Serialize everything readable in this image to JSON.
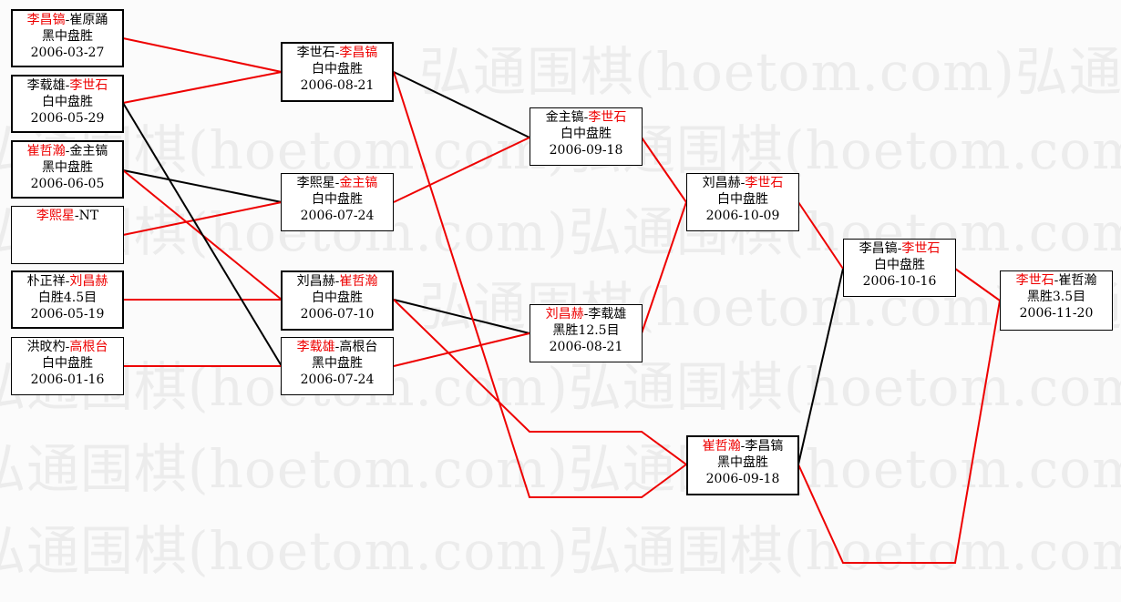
{
  "watermark": {
    "text": "弘通围棋(hoetom.com)弘通围棋(hoetom.com)"
  },
  "colors": {
    "winner": "#e00000",
    "loser": "#000000"
  },
  "matches": [
    {
      "id": "m1",
      "p1": "李昌镐",
      "p2": "崔原踊",
      "winner": 1,
      "result": "黑中盘胜",
      "date": "2006-03-27"
    },
    {
      "id": "m2",
      "p1": "李载雄",
      "p2": "李世石",
      "winner": 2,
      "result": "白中盘胜",
      "date": "2006-05-29"
    },
    {
      "id": "m3",
      "p1": "崔哲瀚",
      "p2": "金主镐",
      "winner": 1,
      "result": "黑中盘胜",
      "date": "2006-06-05"
    },
    {
      "id": "m4",
      "p1": "李熙星",
      "p2": "NT",
      "winner": 1,
      "result": "",
      "date": ""
    },
    {
      "id": "m5",
      "p1": "朴正祥",
      "p2": "刘昌赫",
      "winner": 2,
      "result": "白胜4.5目",
      "date": "2006-05-19"
    },
    {
      "id": "m6",
      "p1": "洪旼杓",
      "p2": "高根台",
      "winner": 2,
      "result": "白中盘胜",
      "date": "2006-01-16"
    },
    {
      "id": "m7",
      "p1": "李世石",
      "p2": "李昌镐",
      "winner": 2,
      "result": "白中盘胜",
      "date": "2006-08-21"
    },
    {
      "id": "m8",
      "p1": "李熙星",
      "p2": "金主镐",
      "winner": 2,
      "result": "白中盘胜",
      "date": "2006-07-24"
    },
    {
      "id": "m9",
      "p1": "刘昌赫",
      "p2": "崔哲瀚",
      "winner": 2,
      "result": "白中盘胜",
      "date": "2006-07-10"
    },
    {
      "id": "m10",
      "p1": "李载雄",
      "p2": "高根台",
      "winner": 1,
      "result": "黑中盘胜",
      "date": "2006-07-24"
    },
    {
      "id": "m11",
      "p1": "金主镐",
      "p2": "李世石",
      "winner": 2,
      "result": "白中盘胜",
      "date": "2006-09-18"
    },
    {
      "id": "m12",
      "p1": "刘昌赫",
      "p2": "李载雄",
      "winner": 1,
      "result": "黑胜12.5目",
      "date": "2006-08-21"
    },
    {
      "id": "m13",
      "p1": "刘昌赫",
      "p2": "李世石",
      "winner": 2,
      "result": "白中盘胜",
      "date": "2006-10-09"
    },
    {
      "id": "m14",
      "p1": "崔哲瀚",
      "p2": "李昌镐",
      "winner": 1,
      "result": "黑中盘胜",
      "date": "2006-09-18"
    },
    {
      "id": "m15",
      "p1": "李昌镐",
      "p2": "李世石",
      "winner": 2,
      "result": "白中盘胜",
      "date": "2006-10-16"
    },
    {
      "id": "m16",
      "p1": "李世石",
      "p2": "崔哲瀚",
      "winner": 1,
      "result": "黑胜3.5目",
      "date": "2006-11-20"
    }
  ]
}
